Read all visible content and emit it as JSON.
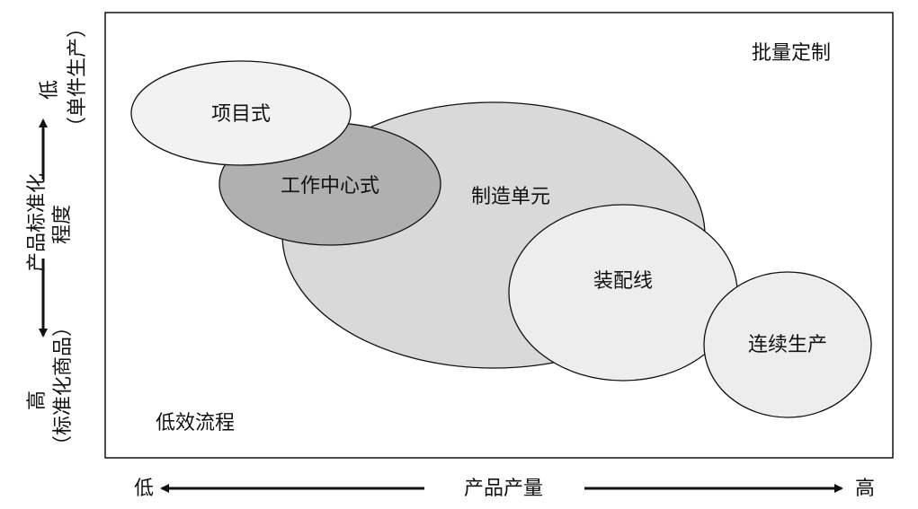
{
  "regions": {
    "batch": "批量定制",
    "inefficient": "低效流程",
    "project": "项目式",
    "work_center": "工作中心式",
    "cell": "制造单元",
    "assembly": "装配线",
    "continuous": "连续生产"
  },
  "y_axis": {
    "title_line1": "产品标准化",
    "title_line2": "程度",
    "low": "低",
    "low_note": "（单件生产）",
    "high": "高",
    "high_note": "（标准化商品）"
  },
  "x_axis": {
    "title": "产品产量",
    "low": "低",
    "high": "高"
  }
}
